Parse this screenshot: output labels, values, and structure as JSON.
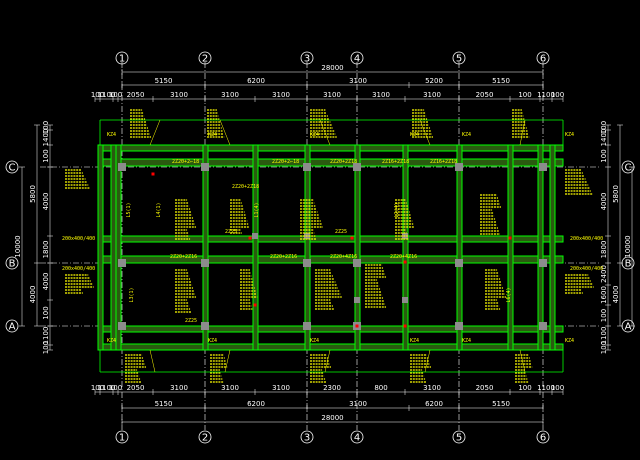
{
  "axes_top": [
    "1",
    "2",
    "3",
    "4",
    "5",
    "6"
  ],
  "axes_left": [
    "C",
    "B",
    "A"
  ],
  "dims_top": {
    "overall": "28000",
    "primary": [
      "5150",
      "6200",
      "3100",
      "5200",
      "5150"
    ],
    "secondary": [
      "100",
      "1100",
      "100",
      "2050",
      "3100",
      "3100",
      "3100",
      "3100",
      "3100",
      "3100",
      "2050",
      "100",
      "1100",
      "100"
    ]
  },
  "dims_bottom": {
    "secondary": [
      "100",
      "1100",
      "100",
      "2050",
      "3100",
      "3100",
      "3100",
      "2300",
      "800",
      "3100",
      "2050",
      "100",
      "1100",
      "100"
    ],
    "primary": [
      "5150",
      "6200",
      "3100",
      "6200",
      "5150"
    ],
    "overall": "28000"
  },
  "dims_left": {
    "overall": "10000",
    "primary": [
      "5800",
      "4000"
    ],
    "secondary": [
      "100",
      "1400",
      "100",
      "4000",
      "1800",
      "4000",
      "100",
      "1100",
      "100"
    ]
  },
  "dims_right": {
    "overall": "10000",
    "primary": [
      "5800",
      "4000"
    ],
    "secondary": [
      "100",
      "1400",
      "100",
      "4000",
      "1800",
      "2400",
      "1600",
      "100",
      "1100",
      "100"
    ]
  },
  "beam_labels": [
    "2Z20+2←18",
    "2Z20+2←18",
    "2Z20+2Z18",
    "2Z20+2Z18",
    "2Z16+2Z18",
    "2Z16+2Z18",
    "2Z20+2Z16",
    "2Z20+2Z16",
    "2Z20+4Z16",
    "2Z20+4Z16",
    "2Z25",
    "2Z25",
    "2Z25"
  ],
  "column_labels": [
    "KZ4",
    "KZ4",
    "KZ4",
    "KZ4",
    "KZ4",
    "KZ4",
    "KZ4",
    "KZ4",
    "KZ4",
    "KZ4",
    "KZ4",
    "KZ4"
  ],
  "callouts": [
    "L5(1)",
    "L4(1)",
    "L1(4)",
    "L2(4)",
    "L3(1)",
    "L6(4)"
  ],
  "section_labels": [
    "200x400/400",
    "200x400/400",
    "200x400/400",
    "200x400/400"
  ],
  "colors": {
    "background": "#000000",
    "beam": "#00ff00",
    "beam_fill": "#2a5a10",
    "axis": "#ffffff",
    "dimension": "#ffffff",
    "annotation": "#ffff00",
    "column": "#8c8c8c",
    "marker": "#ff0000"
  }
}
